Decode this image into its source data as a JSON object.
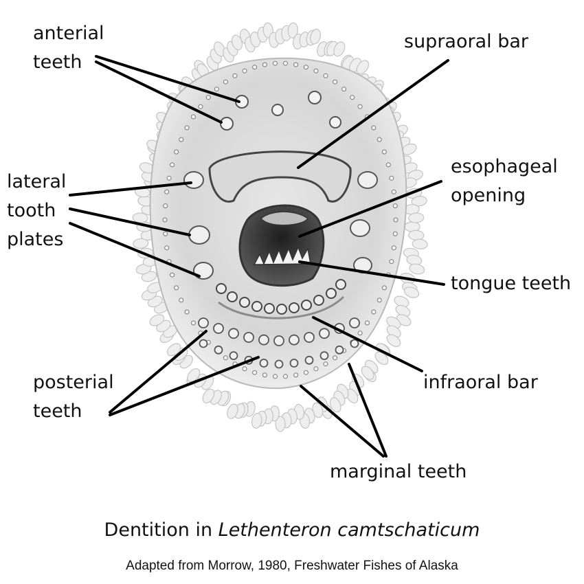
{
  "figure": {
    "labels": {
      "anterial_teeth": [
        "anterial",
        "teeth"
      ],
      "supraoral_bar": [
        "supraoral bar"
      ],
      "lateral_tooth_plates": [
        "lateral",
        "tooth",
        "plates"
      ],
      "esophageal_opening": [
        "esophageal",
        "opening"
      ],
      "tongue_teeth": [
        "tongue teeth"
      ],
      "posterial_teeth": [
        "posterial",
        "teeth"
      ],
      "infraoral_bar": [
        "infraoral bar"
      ],
      "marginal_teeth": [
        "marginal teeth"
      ]
    },
    "caption": {
      "title_prefix": "Dentition in ",
      "species": "Lethenteron camtschaticum",
      "credit": "Adapted from Morrow, 1980, Freshwater Fishes of Alaska"
    }
  }
}
